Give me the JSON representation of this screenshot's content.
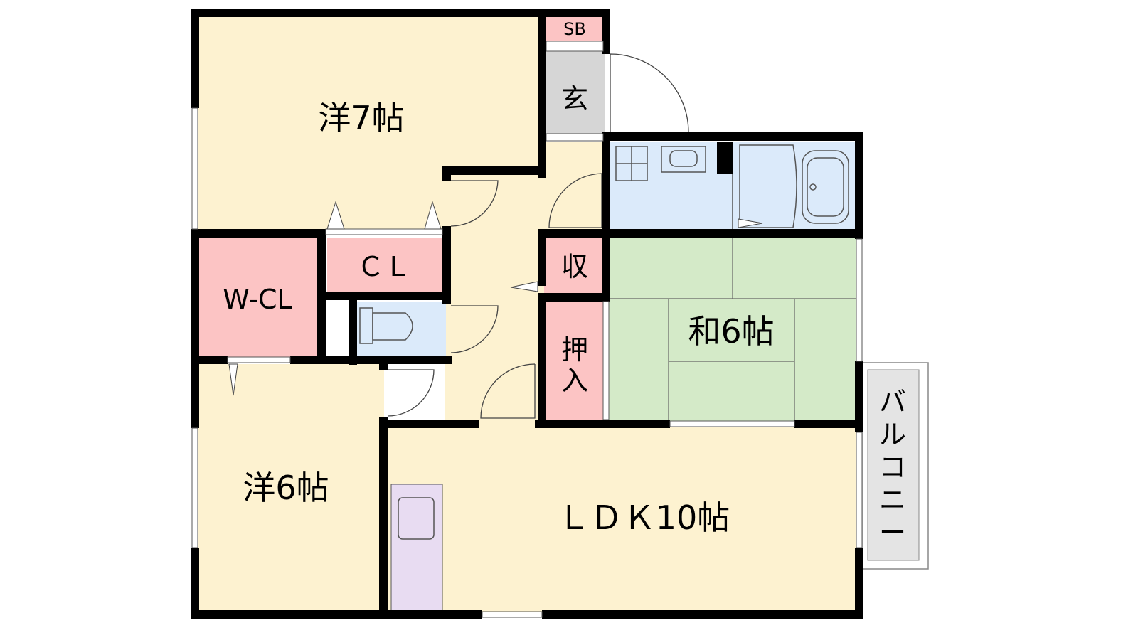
{
  "floorplan": {
    "rooms": {
      "western_7": {
        "label": "洋7帖",
        "color": "#fdf2d0"
      },
      "western_6": {
        "label": "洋6帖",
        "color": "#fdf2d0"
      },
      "ldk": {
        "label": "ＬＤＫ10帖",
        "color": "#fdf2d0"
      },
      "japanese_6": {
        "label": "和6帖",
        "color": "#d4eac8"
      },
      "walk_in_closet": {
        "label": "W-CL",
        "color": "#fcc4c4"
      },
      "closet": {
        "label": "ＣＬ",
        "color": "#fcc4c4"
      },
      "storage": {
        "label": "収",
        "color": "#fcc4c4"
      },
      "oshiire": {
        "label_top": "押",
        "label_bottom": "入",
        "color": "#fcc4c4"
      },
      "shoe_box": {
        "label": "SB",
        "color": "#fcc4c4"
      },
      "entrance": {
        "label": "玄",
        "color": "#d6d6d6"
      },
      "balcony": {
        "label_chars": [
          "バ",
          "ル",
          "コ",
          "ニ",
          "ー"
        ],
        "color": "#e4e4e4"
      },
      "wet_area_color": "#dbeafa",
      "kitchen_color": "#e8dcf2",
      "hall_color": "#fdf2d0"
    },
    "wall_color": "#000000"
  }
}
